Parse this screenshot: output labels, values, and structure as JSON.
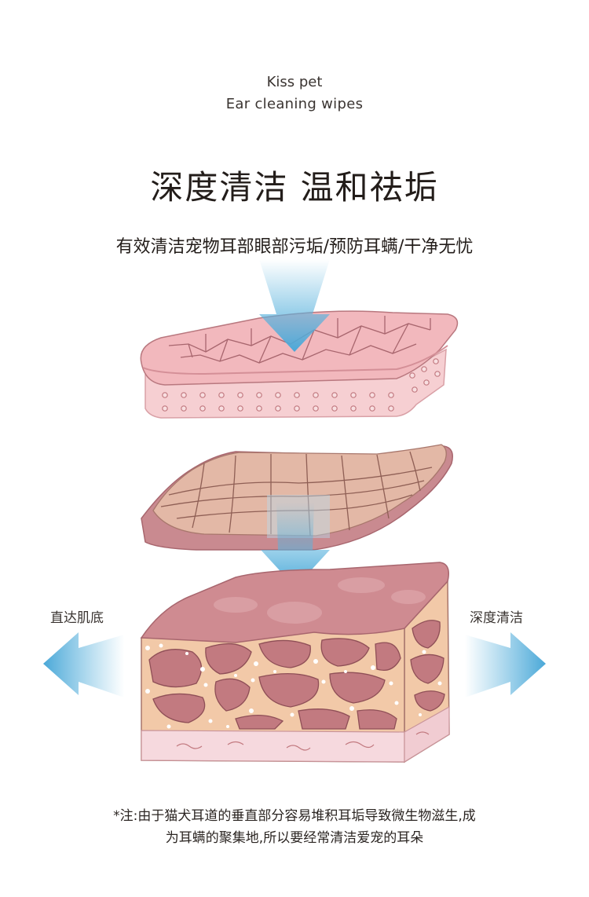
{
  "header": {
    "brand_line1": "Kiss pet",
    "brand_line2": "Ear cleaning wipes",
    "headline": "深度清洁 温和祛垢",
    "subline": "有效清洁宠物耳部眼部污垢/预防耳螨/干净无忧"
  },
  "illustration": {
    "left_label": "直达肌底",
    "right_label": "深度清洁",
    "arrow_color": "#5bb3dd",
    "skin_pink": "#f4c4c8",
    "wipe_tan": "#e3b8a6",
    "dermis_tan": "#f2c9a8",
    "cell_rose": "#c27a80"
  },
  "footnote": {
    "line1": "*注:由于猫犬耳道的垂直部分容易堆积耳垢导致微生物滋生,成",
    "line2": "为耳螨的聚集地,所以要经常清洁爱宠的耳朵"
  }
}
